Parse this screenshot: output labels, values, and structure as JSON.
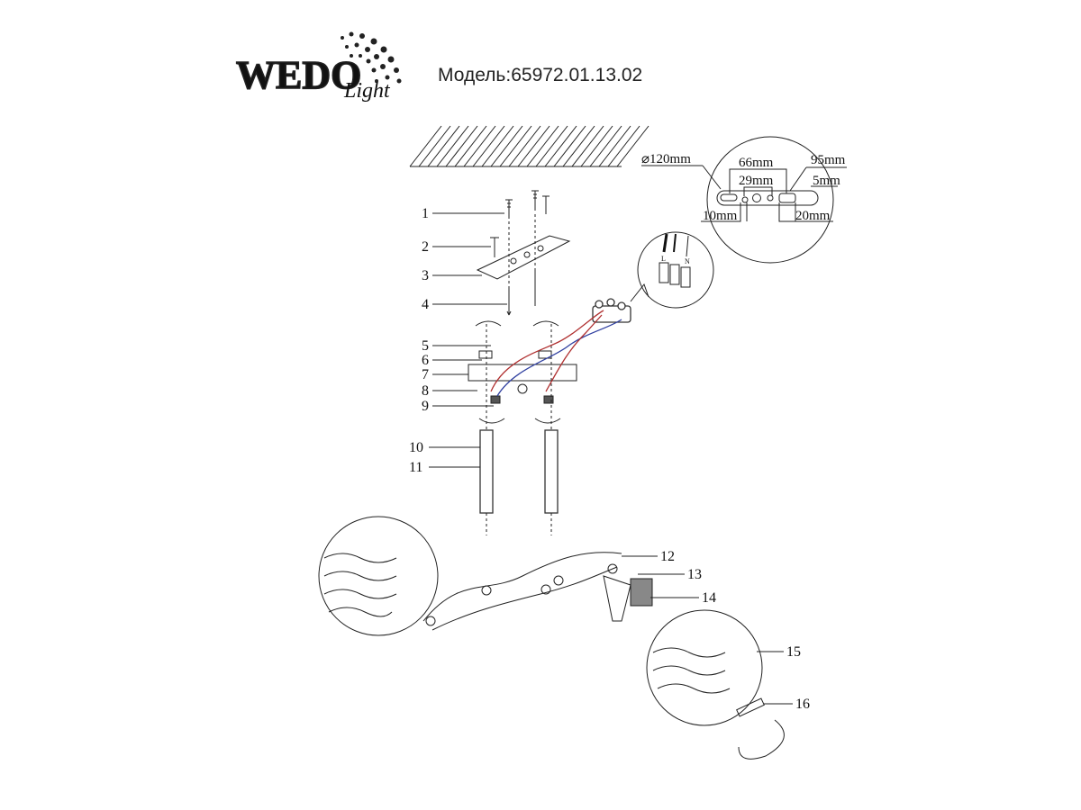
{
  "logo": {
    "brand": "WEDO",
    "sub": "Light"
  },
  "title": "Модель:65972.01.13.02",
  "dimensions": {
    "diameter": "⌀120mm",
    "d66": "66mm",
    "d95": "95mm",
    "d29": "29mm",
    "d5": "5mm",
    "d10": "10mm",
    "d20": "20mm"
  },
  "terminal": {
    "live": "L",
    "neutral": "N"
  },
  "parts": [
    "1",
    "2",
    "3",
    "4",
    "5",
    "6",
    "7",
    "8",
    "9",
    "10",
    "11",
    "12",
    "13",
    "14",
    "15",
    "16"
  ],
  "colors": {
    "wire_red": "#b03030",
    "wire_blue": "#3040a0"
  }
}
